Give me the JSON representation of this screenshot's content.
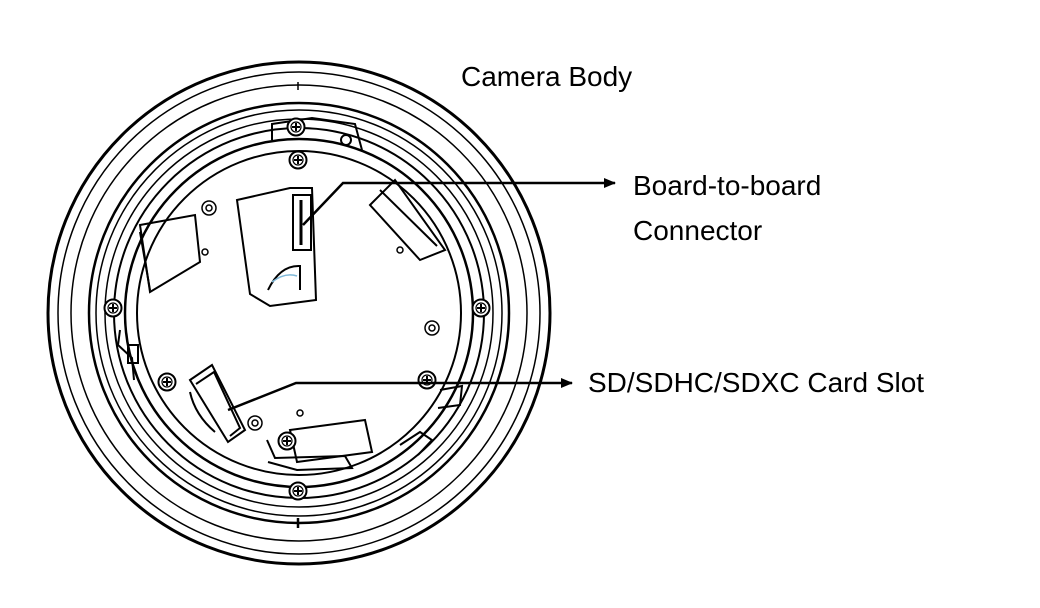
{
  "labels": {
    "camera_body": "Camera Body",
    "connector_line1": "Board-to-board",
    "connector_line2": "Connector",
    "sd_slot": "SD/SDHC/SDXC Card Slot"
  },
  "colors": {
    "line": "#000000",
    "background": "#ffffff",
    "accent_blue": "#7fb8d8"
  },
  "icons": {
    "screw": "screw-icon",
    "arrow": "arrow-icon"
  }
}
